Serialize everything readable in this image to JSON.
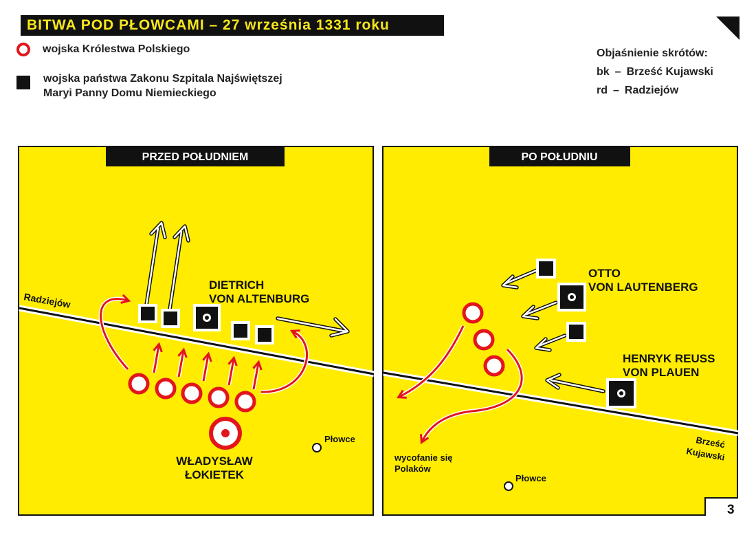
{
  "title": "BITWA POD PŁOWCAMI – 27 września 1331 roku",
  "legend": {
    "polish": "wojska Królestwa Polskiego",
    "teutonic_line1": "wojska państwa Zakonu Szpitala Najświętszej",
    "teutonic_line2": "Maryi Panny Domu Niemieckiego"
  },
  "abbreviations": {
    "heading": "Objaśnienie skrótów:",
    "items": [
      {
        "abbr": "bk",
        "dash": "–",
        "full": "Brześć Kujawski"
      },
      {
        "abbr": "rd",
        "dash": "–",
        "full": "Radziejów"
      }
    ]
  },
  "panel_left": {
    "header": "PRZED POŁUDNIEM",
    "road_label": "Radziejów",
    "commander_teutonic_line1": "DIETRICH",
    "commander_teutonic_line2": "VON ALTENBURG",
    "commander_polish_line1": "WŁADYSŁAW",
    "commander_polish_line2": "ŁOKIETEK",
    "town": "Płowce"
  },
  "panel_right": {
    "header": "PO POŁUDNIU",
    "road_label_line1": "Brześć",
    "road_label_line2": "Kujawski",
    "commander1_line1": "OTTO",
    "commander1_line2": "VON LAUTENBERG",
    "commander2_line1": "HENRYK REUSS",
    "commander2_line2": "VON PLAUEN",
    "retreat_line1": "wycofanie się",
    "retreat_line2": "Polaków",
    "town": "Płowce"
  },
  "page_number": "3",
  "colors": {
    "map_fill": "#ffec00",
    "polish_red": "#e3151c",
    "teutonic_black": "#111111",
    "header_bg": "#111111",
    "title_text": "#f8e71c"
  }
}
